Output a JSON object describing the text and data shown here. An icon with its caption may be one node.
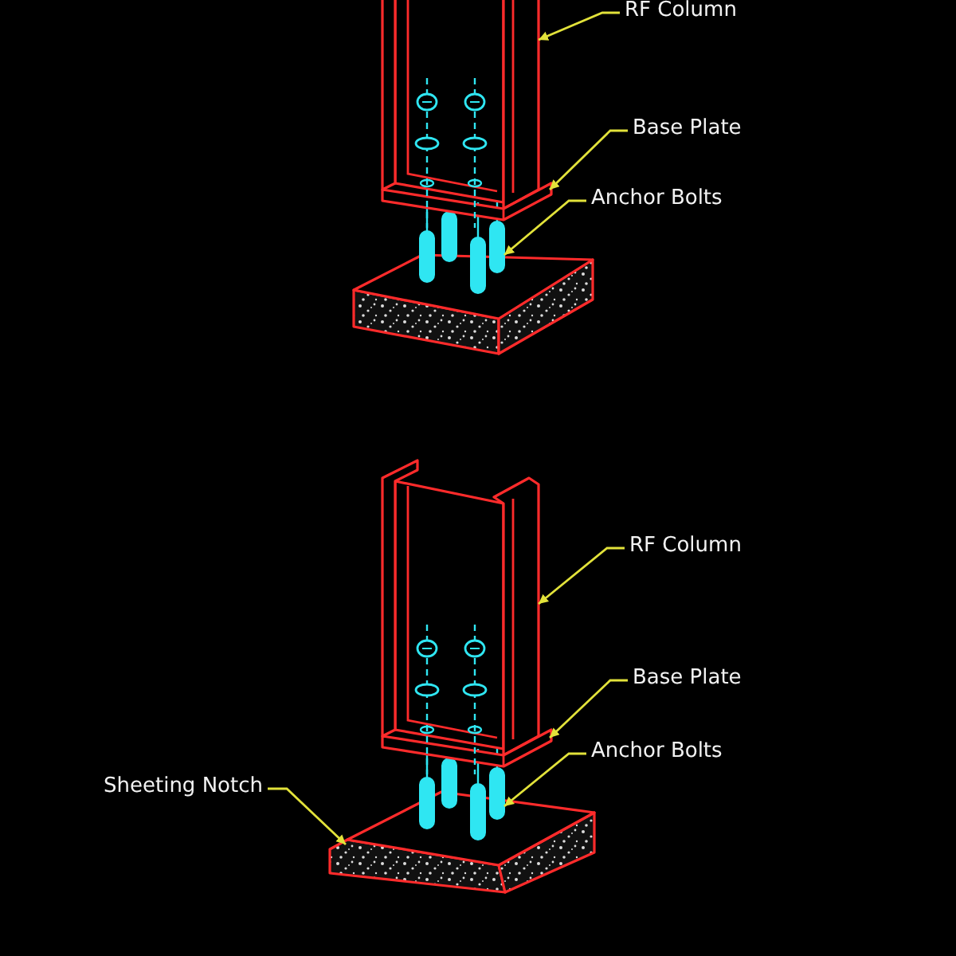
{
  "diagram": {
    "nodes": [
      {
        "text": [
          "RF Column"
        ]
      },
      {
        "text": [],
        "shape": "box"
      },
      {
        "text": [
          "Base Plate"
        ]
      },
      {
        "text": [],
        "shape": "box"
      },
      {
        "text": [
          "Anchor Bolts"
        ]
      },
      {
        "text": [],
        "shape": "cylinder"
      },
      {
        "text": [
          "RF Column"
        ]
      },
      {
        "text": [],
        "shape": "box"
      },
      {
        "text": [
          "Base Plate"
        ]
      },
      {
        "text": [],
        "shape": "box"
      },
      {
        "text": [
          "Anchor Bolts"
        ]
      },
      {
        "text": [],
        "shape": "cylinder"
      },
      {
        "text": [
          "Sheeting Notch"
        ]
      },
      {
        "text": [],
        "shape": "box"
      }
    ],
    "edges": [
      {
        "from": 0,
        "to": 1,
        "arrow": "to"
      },
      {
        "from": 2,
        "to": 3,
        "arrow": "to"
      },
      {
        "from": 4,
        "to": 5,
        "arrow": "to"
      },
      {
        "from": 6,
        "to": 7,
        "arrow": "to"
      },
      {
        "from": 8,
        "to": 9,
        "arrow": "to"
      },
      {
        "from": 10,
        "to": 11,
        "arrow": "to"
      },
      {
        "from": 12,
        "to": 13,
        "arrow": "to"
      }
    ]
  }
}
